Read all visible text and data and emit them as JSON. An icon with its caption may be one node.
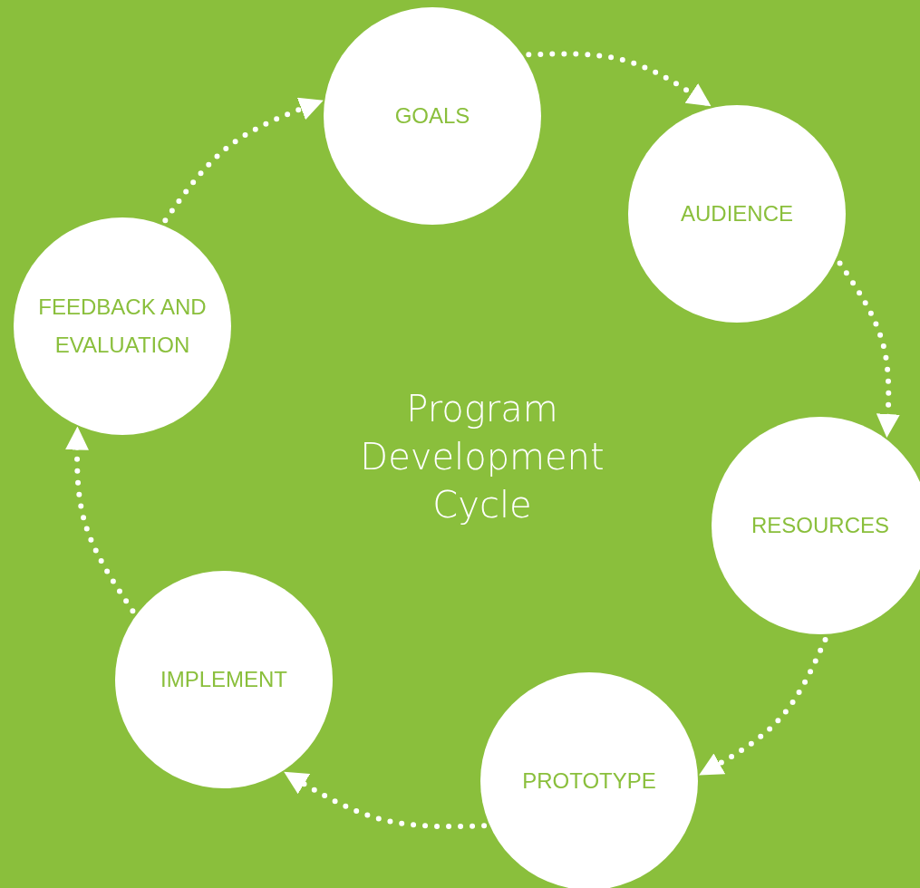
{
  "diagram": {
    "nodes": [
      {
        "text": [
          "GOALS"
        ]
      },
      {
        "text": [
          "AUDIENCE"
        ]
      },
      {
        "text": [
          "RESOURCES"
        ]
      },
      {
        "text": [
          "PROTOTYPE"
        ]
      },
      {
        "text": [
          "IMPLEMENT"
        ]
      },
      {
        "text": [
          "FEEDBACK AND EVALUATION"
        ]
      }
    ],
    "edges": [
      {
        "from": 0,
        "to": 1,
        "arrow": "to",
        "style": "dashed"
      },
      {
        "from": 1,
        "to": 2,
        "arrow": "to",
        "style": "dashed"
      },
      {
        "from": 2,
        "to": 3,
        "arrow": "to",
        "style": "dashed"
      },
      {
        "from": 3,
        "to": 4,
        "arrow": "to",
        "style": "dashed"
      },
      {
        "from": 4,
        "to": 5,
        "arrow": "to",
        "style": "dashed"
      },
      {
        "from": 5,
        "to": 0,
        "arrow": "to",
        "style": "dashed"
      }
    ],
    "labels": [
      "Program Development Cycle"
    ]
  }
}
